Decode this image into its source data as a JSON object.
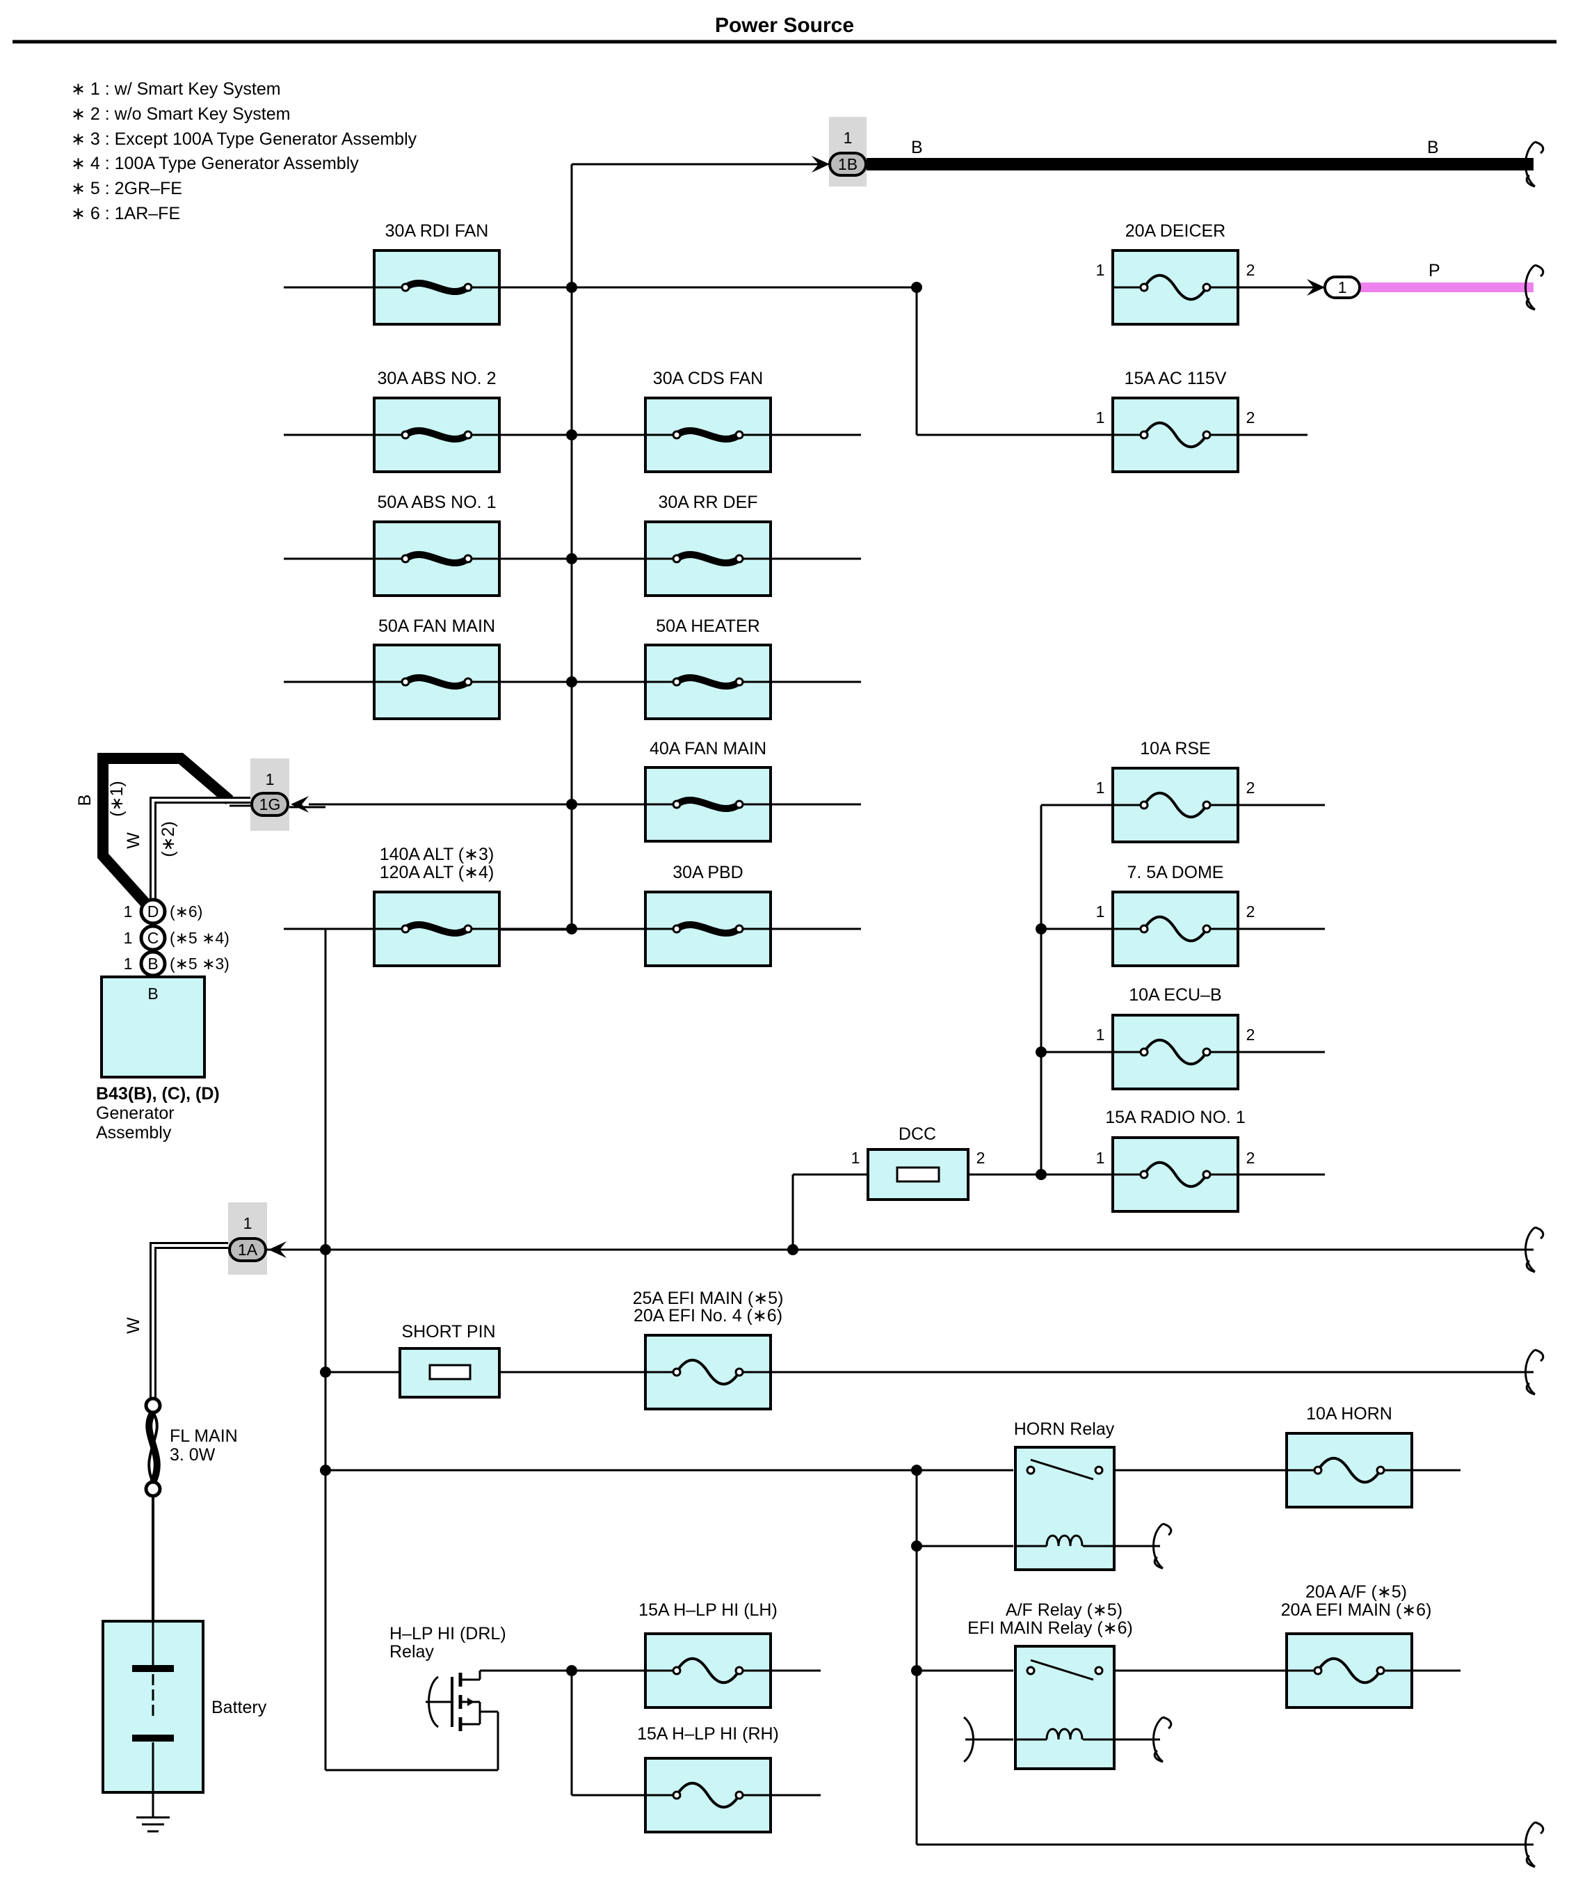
{
  "title": "Power Source",
  "notes": [
    "∗ 1 : w/ Smart Key System",
    "∗ 2 : w/o Smart Key System",
    "∗ 3 : Except 100A Type Generator Assembly",
    "∗ 4 : 100A Type Generator Assembly",
    "∗ 5 : 2GR–FE",
    "∗ 6 : 1AR–FE"
  ],
  "fuses": {
    "rdi_fan": "30A RDI FAN",
    "abs2": "30A ABS NO. 2",
    "abs1": "50A ABS NO. 1",
    "fan_main50": "50A FAN MAIN",
    "alt1": "140A ALT (∗3)",
    "alt2": "120A ALT (∗4)",
    "cds_fan": "30A CDS FAN",
    "rr_def": "30A RR DEF",
    "heater": "50A HEATER",
    "fan_main40": "40A FAN MAIN",
    "pbd": "30A PBD",
    "deicer": "20A DEICER",
    "ac115": "15A AC 115V",
    "rse": "10A RSE",
    "dome": "7. 5A DOME",
    "ecub": "10A ECU–B",
    "radio1": "15A RADIO NO. 1",
    "dcc": "DCC",
    "short_pin": "SHORT PIN",
    "efi1": "25A EFI MAIN (∗5)",
    "efi2": "20A EFI No. 4 (∗6)",
    "horn": "10A HORN",
    "af1": "20A A/F (∗5)",
    "af2": "20A EFI MAIN (∗6)",
    "hlp_lh": "15A H–LP HI (LH)",
    "hlp_rh": "15A H–LP HI (RH)",
    "fl_main1": "FL MAIN",
    "fl_main2": "3. 0W"
  },
  "relays": {
    "horn": "HORN Relay",
    "af1": "A/F Relay (∗5)",
    "af2": "EFI MAIN Relay (∗6)",
    "hlp1": "H–LP HI (DRL)",
    "hlp2": "Relay"
  },
  "generator": {
    "code": "B43(B), (C), (D)",
    "name1": "Generator",
    "name2": "Assembly",
    "pin_letter": "B",
    "conn_d": "D",
    "conn_c": "C",
    "conn_b": "B",
    "note_d": "(∗6)",
    "note_c": "(∗5 ∗4)",
    "note_b": "(∗5 ∗3)"
  },
  "battery": "Battery",
  "connectors": {
    "c1b": "1B",
    "c1g": "1G",
    "c1a": "1A",
    "c1": "1"
  },
  "wires": {
    "b": "B",
    "p": "P",
    "w": "W",
    "star1": "(∗1)",
    "star2": "(∗2)"
  },
  "pins": {
    "one": "1",
    "two": "2"
  },
  "colors": {
    "fuse_fill": "#ccf5f5",
    "wire_pink": "#ee82ee",
    "connector_gray": "#d8d8d8"
  }
}
